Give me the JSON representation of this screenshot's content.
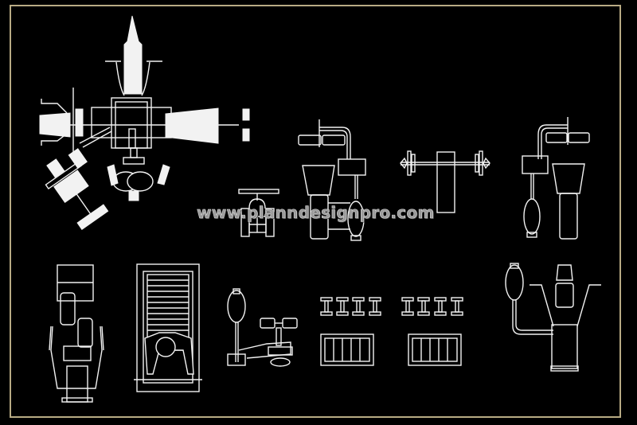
{
  "drawing": {
    "type": "CAD block sheet - gym equipment (plan and elevation views)",
    "background_color": "#000000",
    "line_color": "#f2f2f2",
    "frame_color": "#b8ab84",
    "watermark": "www.planndesignpro.com",
    "blocks": [
      {
        "id": "multi-station-gym-plan",
        "label": "Multi-station gym (top view)"
      },
      {
        "id": "leg-curl-seat-elevation",
        "label": "Seat / leg unit (small)"
      },
      {
        "id": "lat-machine-elevation-left",
        "label": "Lat pulldown machine (side view)"
      },
      {
        "id": "barbell-bench",
        "label": "Barbell on rack / bench"
      },
      {
        "id": "lat-machine-elevation-right",
        "label": "Lat pulldown machine (mirrored)"
      },
      {
        "id": "multi-gym-plan-2",
        "label": "Seated machine (top view)"
      },
      {
        "id": "bench-press-user",
        "label": "Bench with user (top view)"
      },
      {
        "id": "leg-extension-machine",
        "label": "Leg extension machine"
      },
      {
        "id": "dumbbell-row-1",
        "label": "Dumbbells x4"
      },
      {
        "id": "dumbbell-row-2",
        "label": "Dumbbells x4"
      },
      {
        "id": "dumbbell-rack-1",
        "label": "Dumbbell rack"
      },
      {
        "id": "dumbbell-rack-2",
        "label": "Dumbbell rack"
      },
      {
        "id": "chest-press-machine",
        "label": "Chest press machine (front view)"
      }
    ]
  }
}
